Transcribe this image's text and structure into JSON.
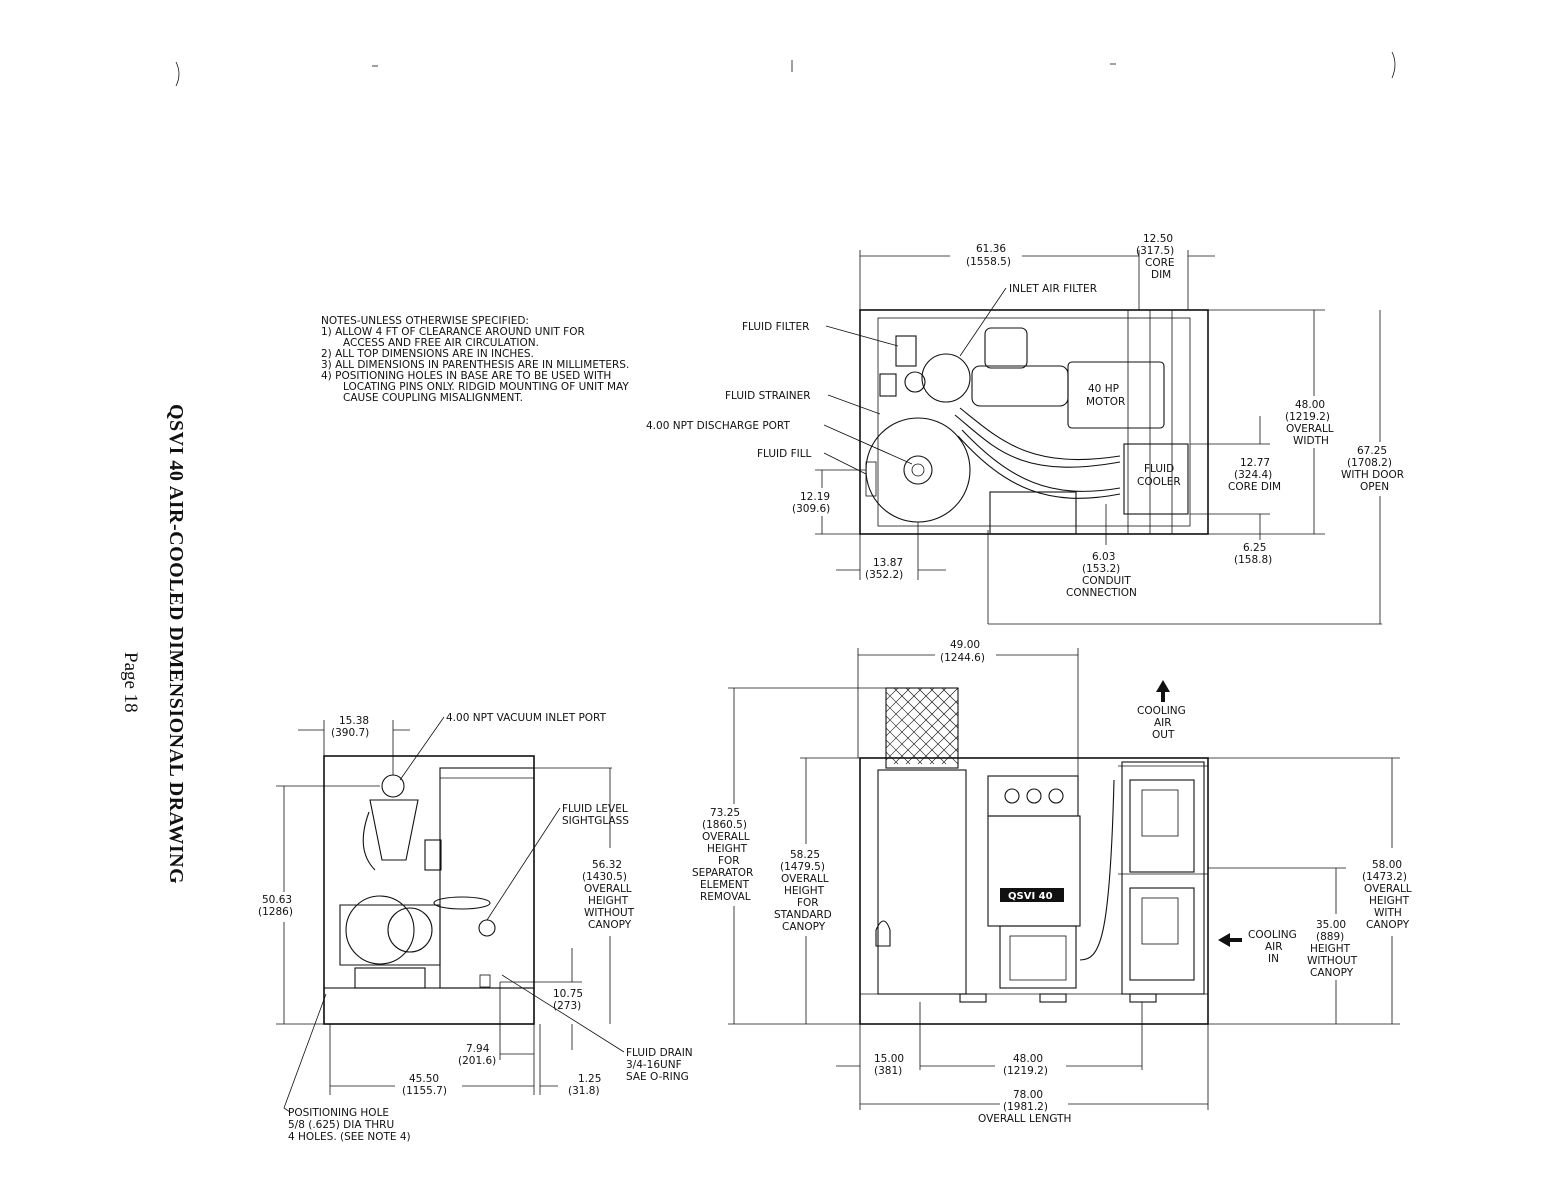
{
  "side_title": "QSVI 40 AIR-COOLED DIMENSIONAL DRAWING",
  "page_label": "Page 18",
  "notes": [
    "NOTES-UNLESS OTHERWISE SPECIFIED:",
    "1) ALLOW 4 FT OF CLEARANCE AROUND UNIT FOR",
    "ACCESS AND FREE AIR CIRCULATION.",
    "2) ALL TOP DIMENSIONS ARE IN INCHES.",
    "3) ALL DIMENSIONS IN PARENTHESIS ARE IN MILLIMETERS.",
    "4) POSITIONING HOLES IN BASE ARE TO BE USED WITH",
    "LOCATING PINS ONLY. RIDGID MOUNTING OF UNIT MAY",
    "CAUSE COUPLING MISALIGNMENT."
  ],
  "top_view": {
    "dim_61": [
      "61.36",
      "(1558.5)"
    ],
    "dim_core_width": [
      "12.50",
      "(317.5)",
      "CORE",
      "DIM"
    ],
    "inlet_air_filter": "INLET AIR FILTER",
    "fluid_filter": "FLUID FILTER",
    "fluid_strainer": "FLUID STRAINER",
    "discharge_port": "4.00 NPT DISCHARGE PORT",
    "fluid_fill": "FLUID FILL",
    "motor": [
      "40 HP",
      "MOTOR"
    ],
    "cooler": [
      "FLUID",
      "COOLER"
    ],
    "dim_width": [
      "48.00",
      "(1219.2)",
      "OVERALL",
      "WIDTH"
    ],
    "dim_door": [
      "67.25",
      "(1708.2)",
      "WITH DOOR",
      "OPEN"
    ],
    "dim_core_height": [
      "12.77",
      "(324.4)",
      "CORE DIM"
    ],
    "dim_12_19": [
      "12.19",
      "(309.6)"
    ],
    "dim_13_87": [
      "13.87",
      "(352.2)"
    ],
    "dim_conduit": [
      "6.03",
      "(153.2)",
      "CONDUIT",
      "CONNECTION"
    ],
    "dim_6_25": [
      "6.25",
      "(158.8)"
    ]
  },
  "end_view": {
    "dim_15_38": [
      "15.38",
      "(390.7)"
    ],
    "vacuum_port": "4.00 NPT VACUUM INLET PORT",
    "sightglass": [
      "FLUID LEVEL",
      "SIGHTGLASS"
    ],
    "dim_56_32": [
      "56.32",
      "(1430.5)",
      "OVERALL",
      "HEIGHT",
      "WITHOUT",
      "CANOPY"
    ],
    "dim_50_63": [
      "50.63",
      "(1286)"
    ],
    "dim_10_75": [
      "10.75",
      "(273)"
    ],
    "dim_7_94": [
      "7.94",
      "(201.6)"
    ],
    "dim_45_50": [
      "45.50",
      "(1155.7)"
    ],
    "dim_1_25": [
      "1.25",
      "(31.8)"
    ],
    "fluid_drain": [
      "FLUID DRAIN",
      "3/4-16UNF",
      "SAE O-RING"
    ],
    "positioning_hole": [
      "POSITIONING HOLE",
      "5/8 (.625) DIA THRU",
      "4 HOLES. (SEE NOTE 4)"
    ]
  },
  "side_view": {
    "dim_49": [
      "49.00",
      "(1244.6)"
    ],
    "cooling_out": [
      "COOLING",
      "AIR",
      "OUT"
    ],
    "dim_73_25": [
      "73.25",
      "(1860.5)",
      "OVERALL",
      "HEIGHT",
      "FOR",
      "SEPARATOR",
      "ELEMENT",
      "REMOVAL"
    ],
    "dim_58_25": [
      "58.25",
      "(1479.5)",
      "OVERALL",
      "HEIGHT",
      "FOR",
      "STANDARD",
      "CANOPY"
    ],
    "dim_58_00": [
      "58.00",
      "(1473.2)",
      "OVERALL",
      "HEIGHT",
      "WITH",
      "CANOPY"
    ],
    "cooling_in": [
      "COOLING",
      "AIR",
      "IN"
    ],
    "dim_35": [
      "35.00",
      "(889)",
      "HEIGHT",
      "WITHOUT",
      "CANOPY"
    ],
    "dim_15": [
      "15.00",
      "(381)"
    ],
    "dim_48_base": [
      "48.00",
      "(1219.2)"
    ],
    "dim_78": [
      "78.00",
      "(1981.2)",
      "OVERALL LENGTH"
    ],
    "badge": "QSVI 40"
  }
}
